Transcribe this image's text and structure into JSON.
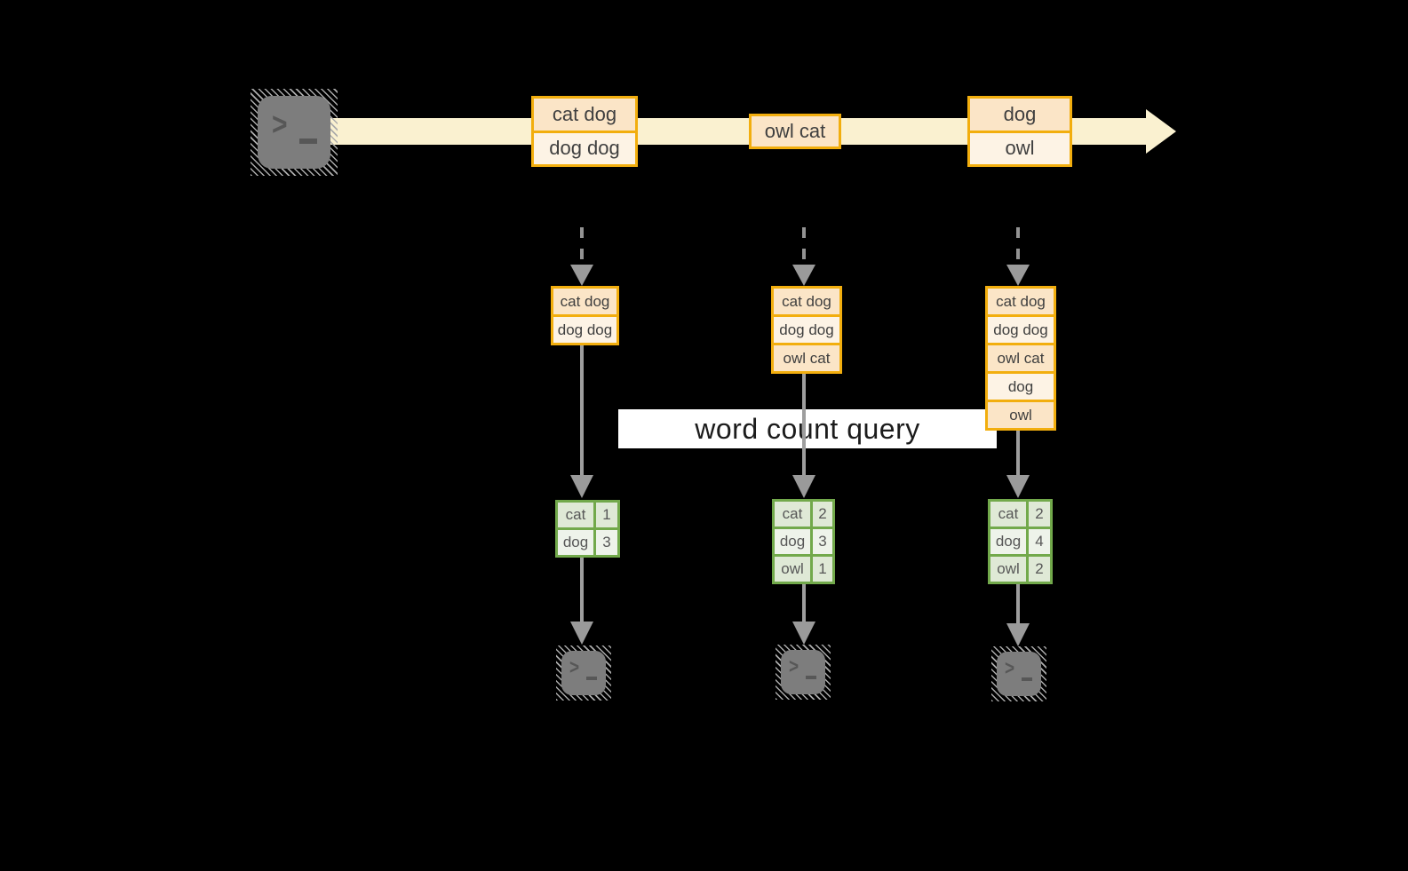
{
  "banner": {
    "label": "word count query"
  },
  "icons": {
    "terminal_prompt": ">",
    "source_terminal": "terminal-icon",
    "output_terminal": "terminal-icon"
  },
  "stream": {
    "events": [
      {
        "lines": [
          "cat dog",
          "dog dog"
        ]
      },
      {
        "lines": [
          "owl cat"
        ]
      },
      {
        "lines": [
          "dog",
          "owl"
        ]
      }
    ]
  },
  "columns": [
    {
      "buffer": [
        "cat dog",
        "dog dog"
      ],
      "counts": [
        {
          "word": "cat",
          "count": "1"
        },
        {
          "word": "dog",
          "count": "3"
        }
      ]
    },
    {
      "buffer": [
        "cat dog",
        "dog dog",
        "owl cat"
      ],
      "counts": [
        {
          "word": "cat",
          "count": "2"
        },
        {
          "word": "dog",
          "count": "3"
        },
        {
          "word": "owl",
          "count": "1"
        }
      ]
    },
    {
      "buffer": [
        "cat dog",
        "dog dog",
        "owl cat",
        "dog",
        "owl"
      ],
      "counts": [
        {
          "word": "cat",
          "count": "2"
        },
        {
          "word": "dog",
          "count": "4"
        },
        {
          "word": "owl",
          "count": "2"
        }
      ]
    }
  ],
  "colors": {
    "background": "#000000",
    "accent_gold": "#f2ae0e",
    "band_cream": "#faf1d0",
    "fill_peach": "#fbe5c7",
    "fill_cream": "#fdf3e5",
    "green_border": "#72a94b",
    "green_row_dark": "#dfe9d6",
    "green_row_light": "#eef3ea",
    "arrow_gray": "#9e9e9e",
    "terminal_gray": "#7d7d7d",
    "banner_white": "#ffffff"
  }
}
